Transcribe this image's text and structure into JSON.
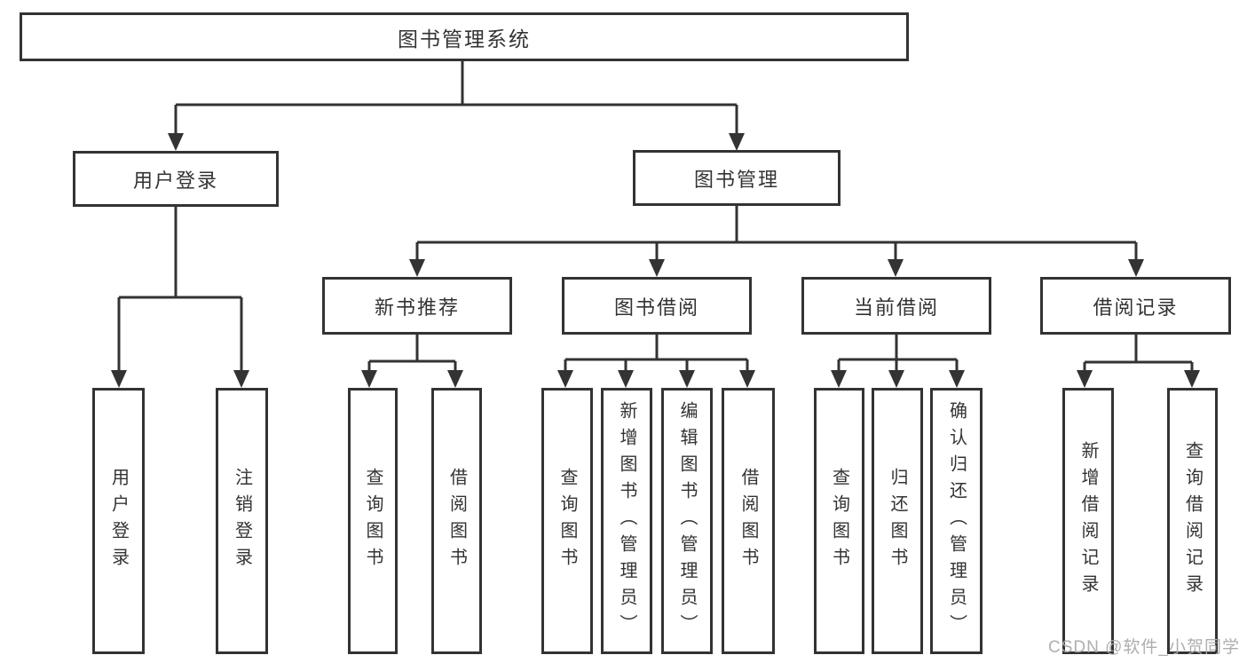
{
  "tree": {
    "root": "图书管理系统",
    "level2": [
      {
        "label": "用户登录"
      },
      {
        "label": "图书管理"
      }
    ],
    "level3": [
      {
        "label": "新书推荐"
      },
      {
        "label": "图书借阅"
      },
      {
        "label": "当前借阅"
      },
      {
        "label": "借阅记录"
      }
    ],
    "leaves": {
      "userLogin": [
        "用户登录",
        "注销登录"
      ],
      "newBook": [
        "查询图书",
        "借阅图书"
      ],
      "borrow": [
        "查询图书",
        "新增图书（管理员）",
        "编辑图书（管理员）",
        "借阅图书"
      ],
      "current": [
        "查询图书",
        "归还图书",
        "确认归还（管理员）"
      ],
      "records": [
        "新增借阅记录",
        "查询借阅记录"
      ]
    }
  },
  "watermark": "CSDN @软件_小贺同学",
  "colors": {
    "line": "#333333",
    "text": "#333333",
    "background": "#ffffff",
    "watermark": "#aaaaaa"
  }
}
